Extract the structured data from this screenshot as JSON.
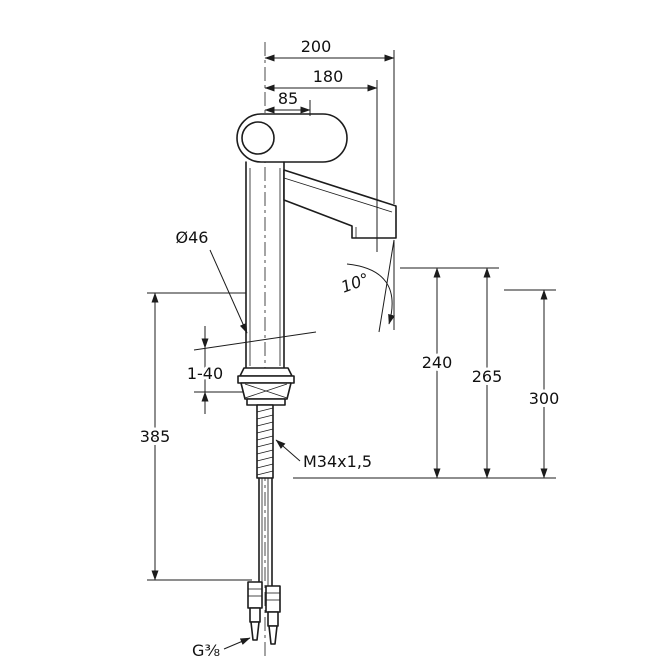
{
  "page": {
    "background": "#ffffff",
    "ink": "#1c1c1c"
  },
  "drawing": {
    "type": "technical-dimension-drawing",
    "subject": "tall single-lever basin mixer tap, side view with dimensions",
    "labels": {
      "width_total": "200",
      "width_spout": "180",
      "width_handle": "85",
      "body_diameter": "Ø46",
      "spout_angle": "10°",
      "height_spout_outlet": "240",
      "height_spout_top": "265",
      "height_total": "300",
      "mounting_thickness_range": "1-40",
      "length_below_deck": "385",
      "thread_size": "M34x1,5",
      "hose_connection": "G⅜"
    }
  }
}
